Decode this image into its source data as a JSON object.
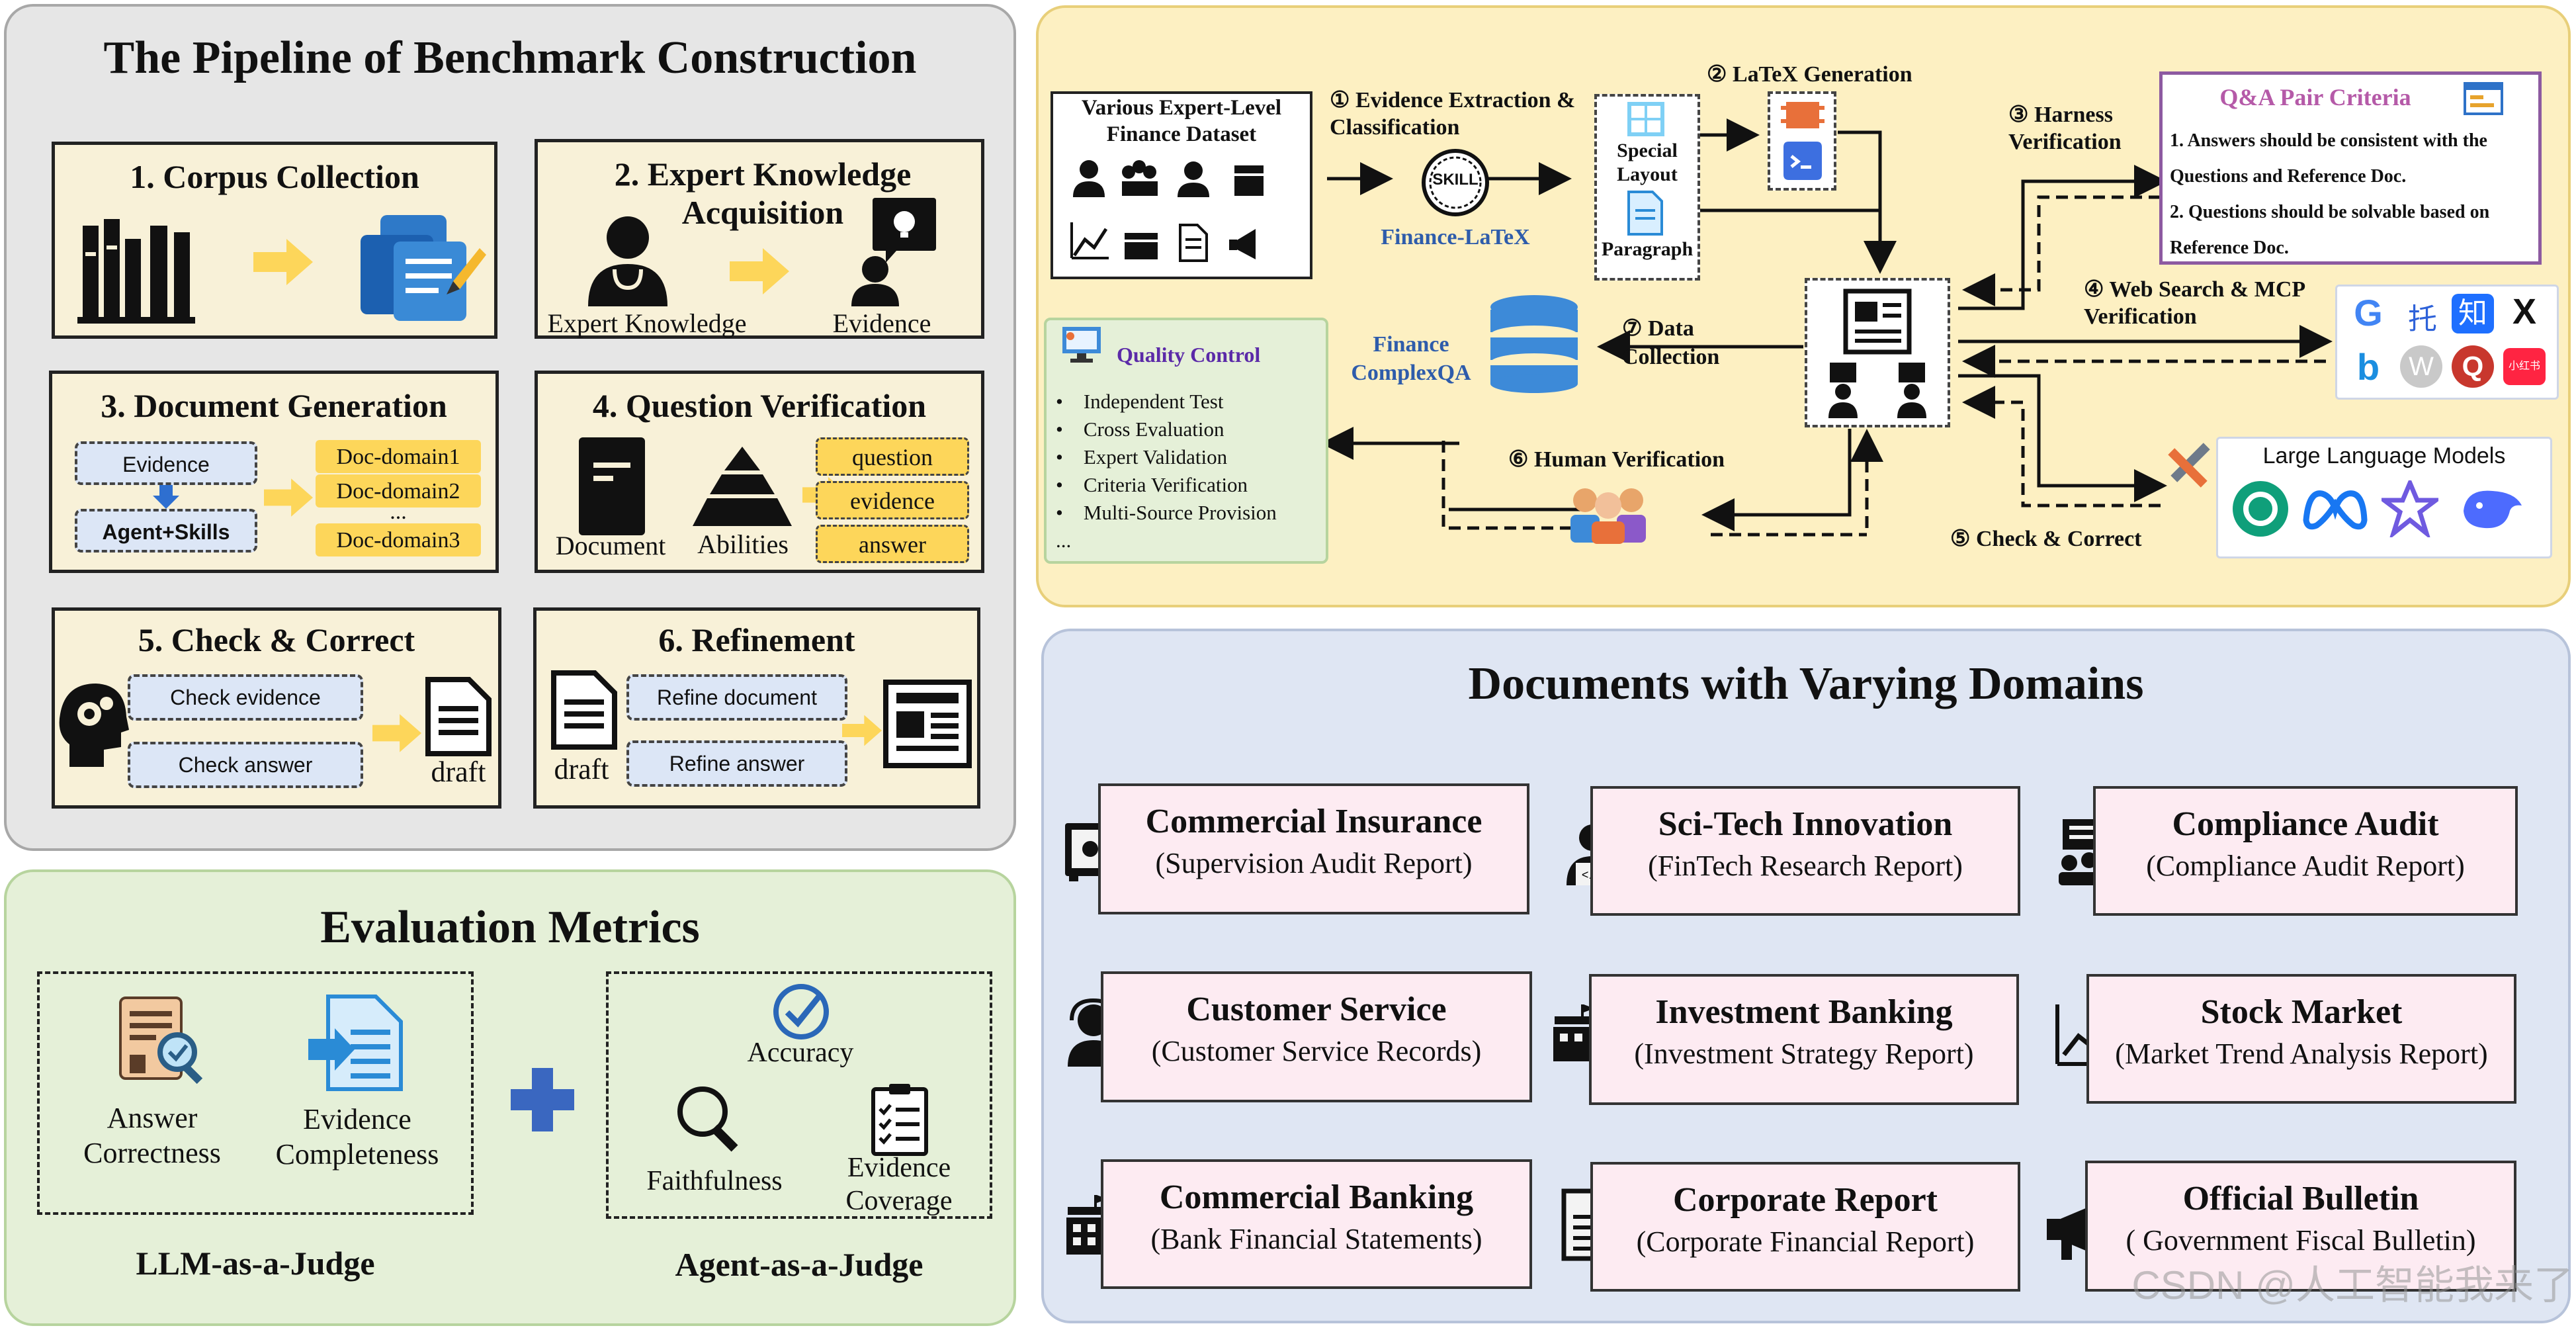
{
  "pipeline": {
    "title": "The Pipeline of Benchmark Construction",
    "steps": {
      "corpus": {
        "title": "1. Corpus Collection"
      },
      "expert": {
        "title": "2. Expert Knowledge Acquisition",
        "left_label": "Expert Knowledge",
        "right_label": "Evidence"
      },
      "docgen": {
        "title": "3. Document Generation",
        "evidence": "Evidence",
        "agent": "Agent+Skills",
        "domains": [
          "Doc-domain1",
          "Doc-domain2",
          "...",
          "Doc-domain3"
        ]
      },
      "qverify": {
        "title": "4. Question Verification",
        "document": "Document",
        "abilities": "Abilities",
        "chips": [
          "question",
          "evidence",
          "answer"
        ]
      },
      "check": {
        "title": "5. Check & Correct",
        "chips": [
          "Check  evidence",
          "Check  answer"
        ],
        "draft": "draft"
      },
      "refine": {
        "title": "6. Refinement",
        "draft": "draft",
        "chips": [
          "Refine document",
          "Refine answer"
        ]
      }
    }
  },
  "metrics": {
    "title": "Evaluation Metrics",
    "llm": {
      "items": [
        "Answer Correctness",
        "Evidence Completeness"
      ],
      "judge": "LLM-as-a-Judge"
    },
    "agent": {
      "items": [
        "Accuracy",
        "Faithfulness",
        "Evidence Coverage"
      ],
      "judge": "Agent-as-a-Judge"
    }
  },
  "flow": {
    "dataset_title": "Various Expert-Level Finance Dataset",
    "step1": "① Evidence Extraction & Classification",
    "skill_label": "Finance-LaTeX",
    "skill_badge": "SKILL",
    "step2": "② LaTeX Generation",
    "special_layout": "Special Layout",
    "paragraph": "Paragraph",
    "step3": "③ Harness Verification",
    "criteria": {
      "title": "Q&A Pair Criteria",
      "items": [
        "1.   Answers should be consistent with the Questions and Reference Doc.",
        "2.   Questions should be solvable based on Reference Doc."
      ]
    },
    "step4": "④ Web Search & MCP Verification",
    "step5": "⑤ Check & Correct",
    "step6": "⑥ Human Verification",
    "step7": "⑦ Data Collection",
    "db_label": "Finance ComplexQA",
    "quality": {
      "title": "Quality Control",
      "items": [
        "Independent Test",
        "Cross Evaluation",
        "Expert Validation",
        "Criteria Verification",
        "Multi-Source Provision",
        "..."
      ]
    },
    "llm_title": "Large Language Models",
    "search_icons": [
      "G",
      "托",
      "知",
      "X",
      "b",
      "W",
      "Q",
      "小红书"
    ],
    "colors": {
      "accent": "#fdd65a",
      "panel_yellow": "#fdf0c2",
      "panel_blue": "#dfe6f3",
      "panel_green": "#e5f0d8",
      "panel_gray": "#e6e6e6"
    }
  },
  "domains": {
    "title": "Documents with Varying Domains",
    "items": [
      {
        "name": "Commercial Insurance",
        "sub": "(Supervision Audit Report)",
        "icon": "safe-icon"
      },
      {
        "name": "Sci-Tech Innovation",
        "sub": "(FinTech Research Report)",
        "icon": "coder-icon"
      },
      {
        "name": "Compliance Audit",
        "sub": "(Compliance Audit Report)",
        "icon": "meeting-icon"
      },
      {
        "name": "Customer Service",
        "sub": "(Customer Service Records)",
        "icon": "headset-icon"
      },
      {
        "name": "Investment Banking",
        "sub": "(Investment Strategy Report)",
        "icon": "bank-building-icon"
      },
      {
        "name": "Stock Market",
        "sub": "(Market Trend Analysis Report)",
        "icon": "trend-chart-icon"
      },
      {
        "name": "Commercial Banking",
        "sub": "(Bank Financial Statements)",
        "icon": "bank-icon"
      },
      {
        "name": "Corporate Report",
        "sub": "(Corporate Financial Report)",
        "icon": "document-icon"
      },
      {
        "name": "Official Bulletin",
        "sub": "( Government Fiscal Bulletin)",
        "icon": "megaphone-icon"
      }
    ]
  },
  "watermark": "CSDN @人工智能我来了"
}
